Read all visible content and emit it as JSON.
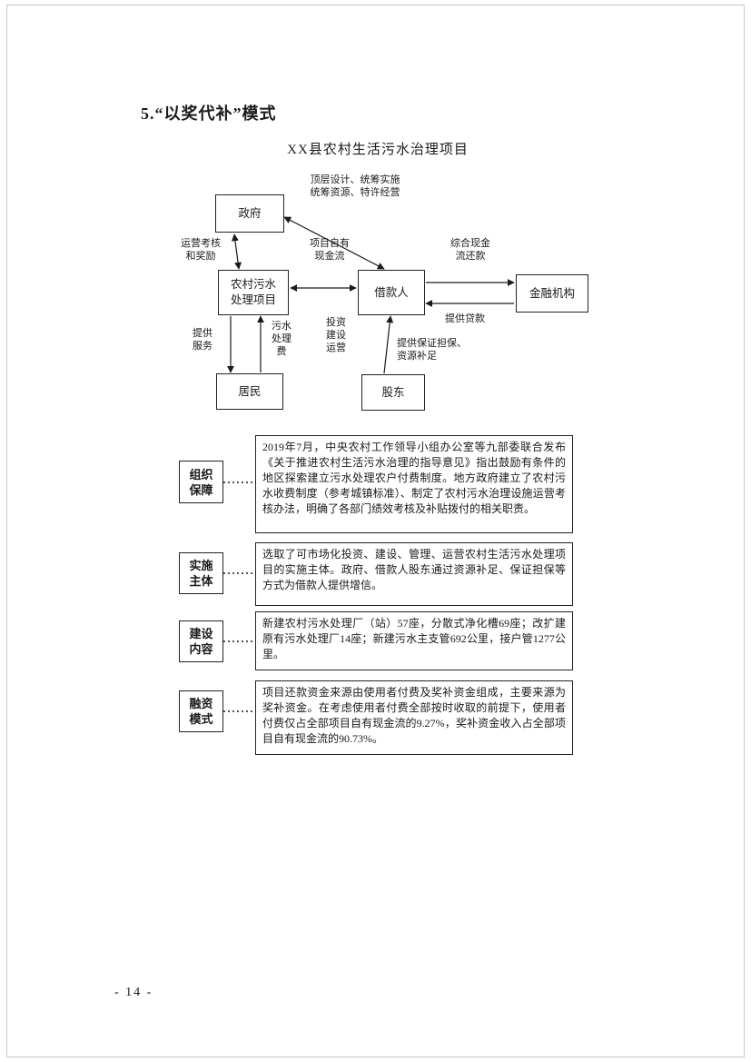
{
  "page": {
    "heading": "5.“以奖代补”模式",
    "diagram_title": "XX县农村生活污水治理项目",
    "page_number": "- 14 -"
  },
  "flowchart": {
    "nodes": {
      "government": "政府",
      "project": "农村污水\n处理项目",
      "borrower": "借款人",
      "financial_institution": "金融机构",
      "residents": "居民",
      "shareholders": "股东"
    },
    "labels": {
      "top_design": "顶层设计、统筹实施\n统筹资源、特许经营",
      "operation_assessment": "运营考核\n和奖励",
      "own_cash_flow": "项目自有\n现金流",
      "comprehensive_repayment": "综合现金\n流还款",
      "provide_loan": "提供贷款",
      "invest_build_operate": "投资\n建设\n运营",
      "sewage_fee": "污水\n处理\n费",
      "provide_service": "提供\n服务",
      "guarantee": "提供保证担保、\n资源补足"
    }
  },
  "sections": [
    {
      "label": "组织\n保障",
      "text": "2019年7月，中央农村工作领导小组办公室等九部委联合发布《关于推进农村生活污水治理的指导意见》指出鼓励有条件的地区探索建立污水处理农户付费制度。地方政府建立了农村污水收费制度（参考城镇标准）、制定了农村污水治理设施运营考核办法，明确了各部门绩效考核及补贴拨付的相关职责。"
    },
    {
      "label": "实施\n主体",
      "text": "选取了可市场化投资、建设、管理、运营农村生活污水处理项目的实施主体。政府、借款人股东通过资源补足、保证担保等方式为借款人提供增信。"
    },
    {
      "label": "建设\n内容",
      "text": "新建农村污水处理厂（站）57座，分散式净化槽69座；改扩建原有污水处理厂14座；新建污水主支管692公里，接户管1277公里。"
    },
    {
      "label": "融资\n模式",
      "text": "项目还款资金来源由使用者付费及奖补资金组成，主要来源为奖补资金。在考虑使用者付费全部按时收取的前提下，使用者付费仅占全部项目自有现金流的9.27%，奖补资金收入占全部项目自有现金流的90.73%。"
    }
  ]
}
